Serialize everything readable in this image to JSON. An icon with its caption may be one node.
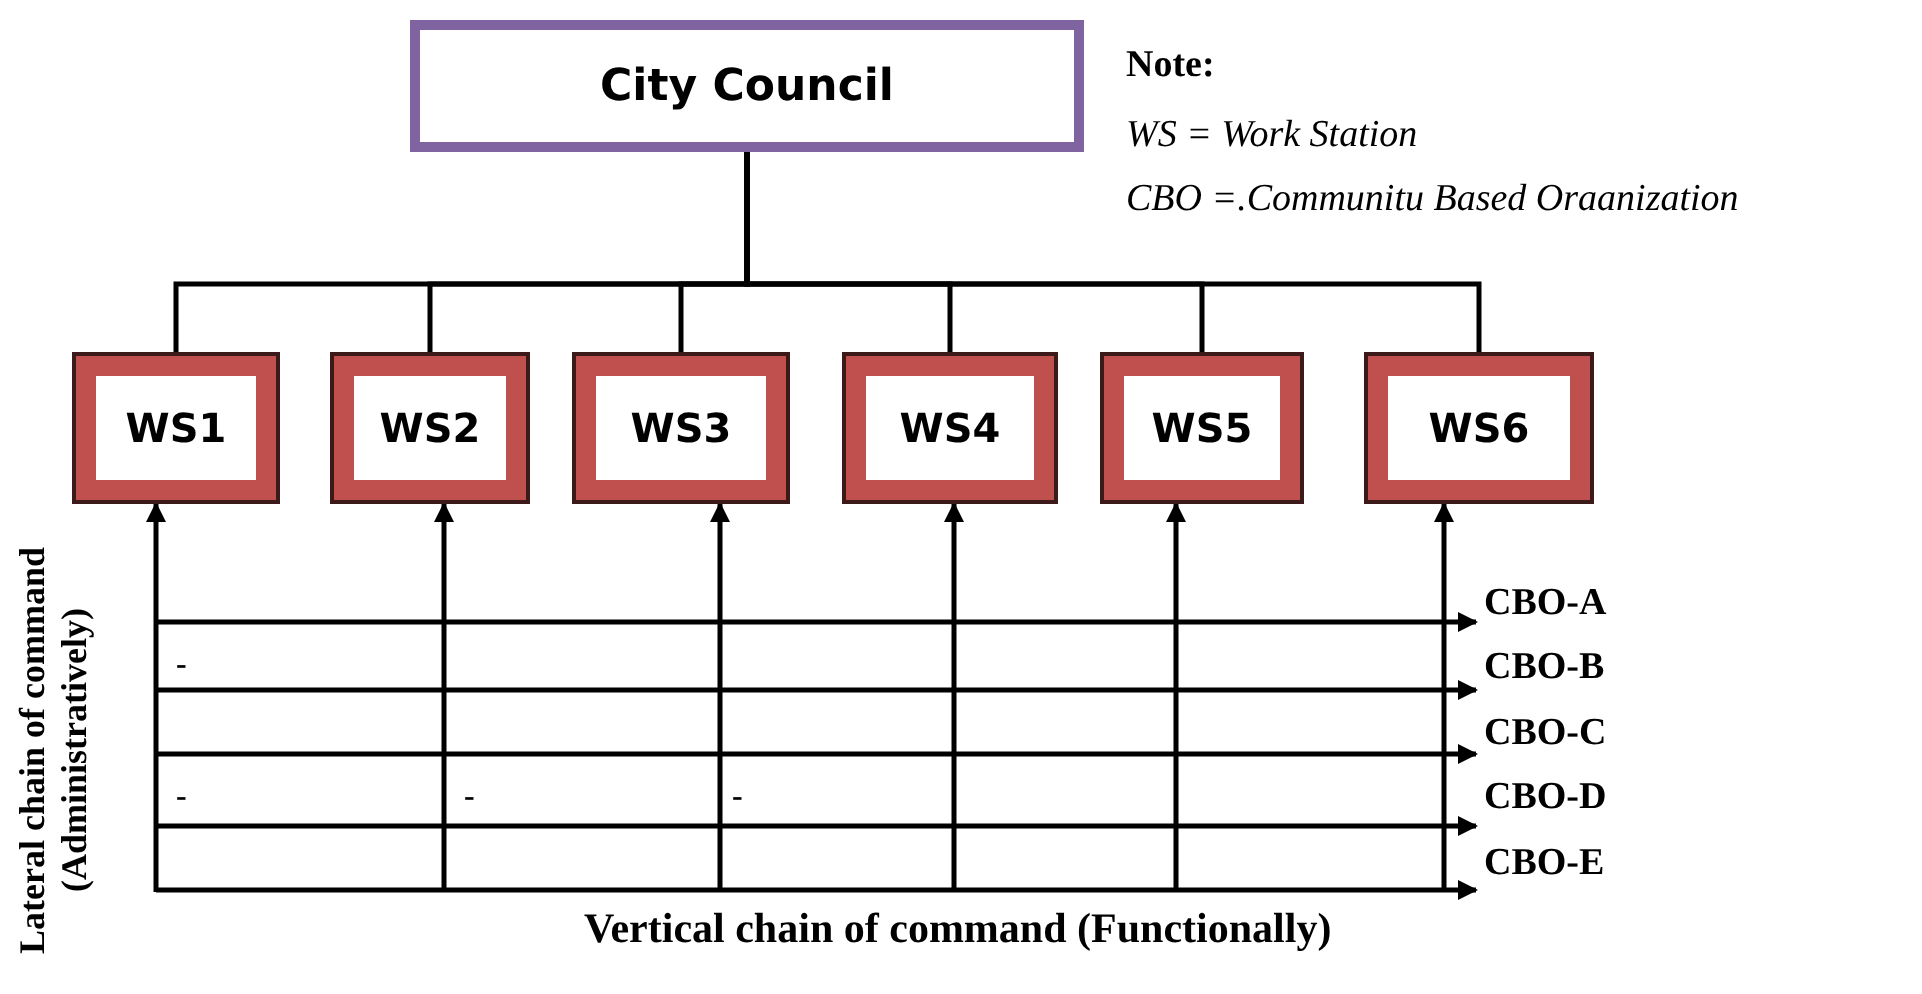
{
  "diagram": {
    "nodes": [
      {
        "text": [
          "City Council"
        ]
      },
      {
        "text": [
          "WS1"
        ]
      },
      {
        "text": [
          "WS2"
        ]
      },
      {
        "text": [
          "WS3"
        ]
      },
      {
        "text": [
          "WS4"
        ]
      },
      {
        "text": [
          "WS5"
        ]
      },
      {
        "text": [
          "WS6"
        ]
      },
      {
        "text": [
          "CBO-A"
        ]
      },
      {
        "text": [
          "CBO-B"
        ]
      },
      {
        "text": [
          "CBO-C"
        ]
      },
      {
        "text": [
          "CBO-D"
        ]
      },
      {
        "text": [
          "CBO-E"
        ]
      }
    ],
    "edges": [
      {
        "from": 0,
        "to": 1,
        "arrow": "none"
      },
      {
        "from": 0,
        "to": 2,
        "arrow": "none"
      },
      {
        "from": 0,
        "to": 3,
        "arrow": "none"
      },
      {
        "from": 0,
        "to": 4,
        "arrow": "none"
      },
      {
        "from": 0,
        "to": 5,
        "arrow": "none"
      },
      {
        "from": 0,
        "to": 6,
        "arrow": "none"
      },
      {
        "from": null,
        "to": 1,
        "arrow": "to"
      },
      {
        "from": null,
        "to": 2,
        "arrow": "to"
      },
      {
        "from": null,
        "to": 3,
        "arrow": "to"
      },
      {
        "from": null,
        "to": 4,
        "arrow": "to"
      },
      {
        "from": null,
        "to": 5,
        "arrow": "to"
      },
      {
        "from": null,
        "to": 6,
        "arrow": "to"
      },
      {
        "from": null,
        "to": 7,
        "arrow": "to"
      },
      {
        "from": null,
        "to": 8,
        "arrow": "to"
      },
      {
        "from": null,
        "to": 9,
        "arrow": "to"
      },
      {
        "from": null,
        "to": 10,
        "arrow": "to"
      },
      {
        "from": null,
        "to": 11,
        "arrow": "to"
      }
    ],
    "labels": [
      "Note:",
      "WS = Work Station",
      "CBO =.Communitu Based Oraanization",
      "-",
      "-",
      "-",
      "-",
      "Lateral chain of command (Administratively)",
      "Vertical chain of command (Functionally)"
    ]
  }
}
